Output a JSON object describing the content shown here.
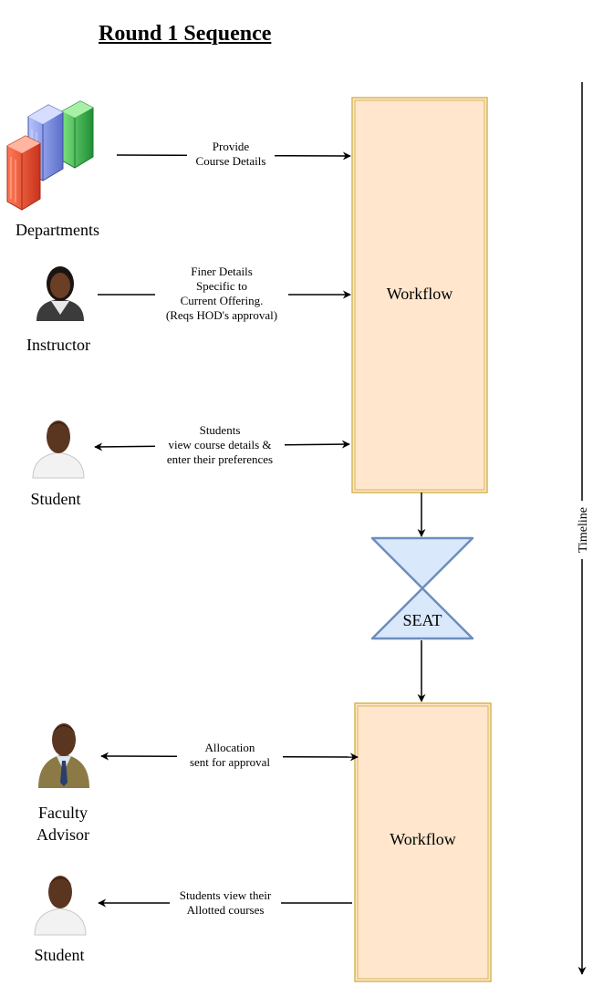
{
  "title": "Round 1 Sequence",
  "actors": {
    "departments": "Departments",
    "instructor": "Instructor",
    "student_1": "Student",
    "faculty_advisor_line1": "Faculty",
    "faculty_advisor_line2": "Advisor",
    "student_2": "Student"
  },
  "boxes": {
    "workflow_1": "Workflow",
    "seat": "SEAT",
    "workflow_2": "Workflow"
  },
  "edges": {
    "provide": [
      "Provide",
      "Course Details"
    ],
    "finer": [
      "Finer Details",
      "Specific to",
      "Current Offering.",
      "(Reqs HOD's approval)"
    ],
    "students_pref": [
      "Students",
      "view course details &",
      "enter their preferences"
    ],
    "allocation": [
      "Allocation",
      "sent for approval"
    ],
    "allotted": [
      "Students view their",
      "Allotted courses"
    ]
  },
  "timeline_label": "Timeline",
  "colors": {
    "workflow_fill": "#ffe6cc",
    "workflow_stroke": "#d6b656",
    "seat_fill": "#dae8fc",
    "seat_stroke": "#6c8ebf",
    "building_red": "#e8452c",
    "building_blue": "#7b8fe0",
    "building_green": "#35b34a"
  },
  "icons": {
    "departments": "buildings-icon",
    "instructor": "female-person-icon",
    "student": "student-person-icon",
    "faculty_advisor": "male-professional-icon"
  }
}
